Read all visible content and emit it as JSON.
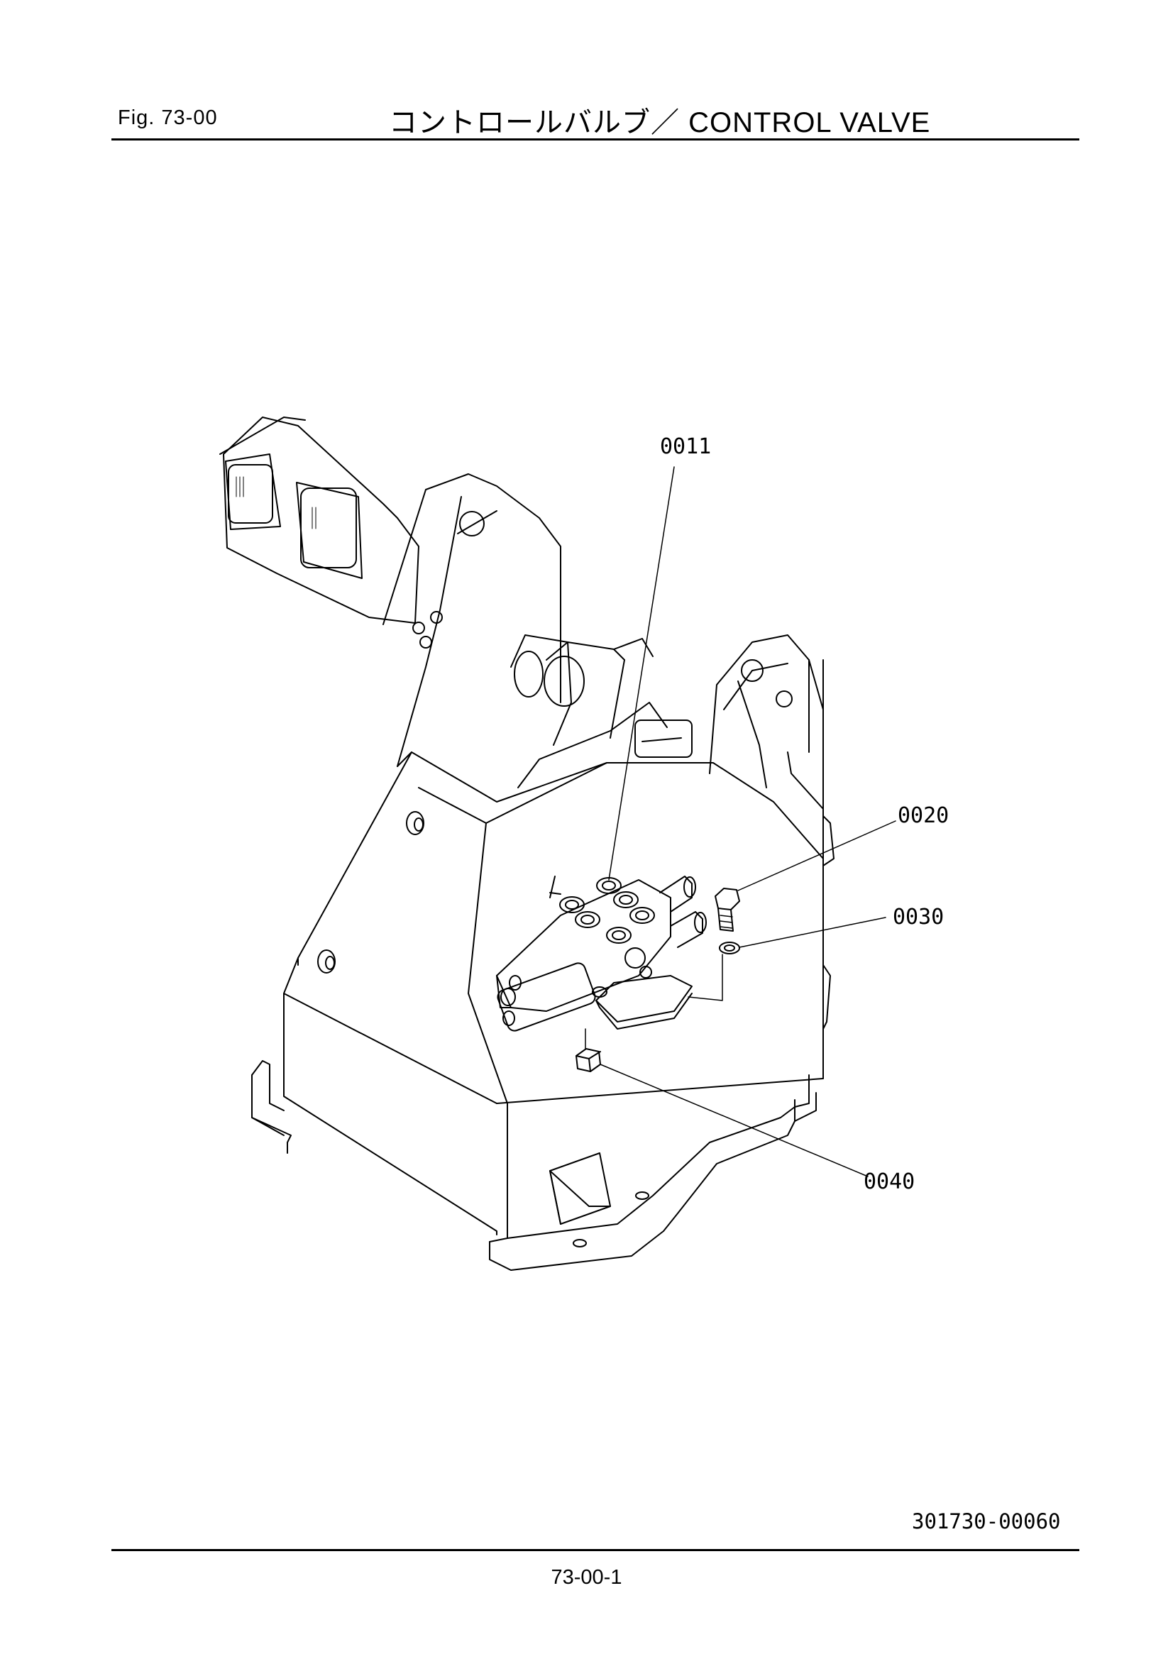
{
  "header": {
    "figure_number": "Fig.  73-00",
    "title": "コントロールバルブ／ CONTROL  VALVE"
  },
  "callouts": [
    {
      "id": "0011",
      "label": "0011"
    },
    {
      "id": "0020",
      "label": "0020"
    },
    {
      "id": "0030",
      "label": "0030"
    },
    {
      "id": "0040",
      "label": "0040"
    }
  ],
  "footer": {
    "drawing_number": "301730-00060",
    "page_number": "73-00-1"
  }
}
